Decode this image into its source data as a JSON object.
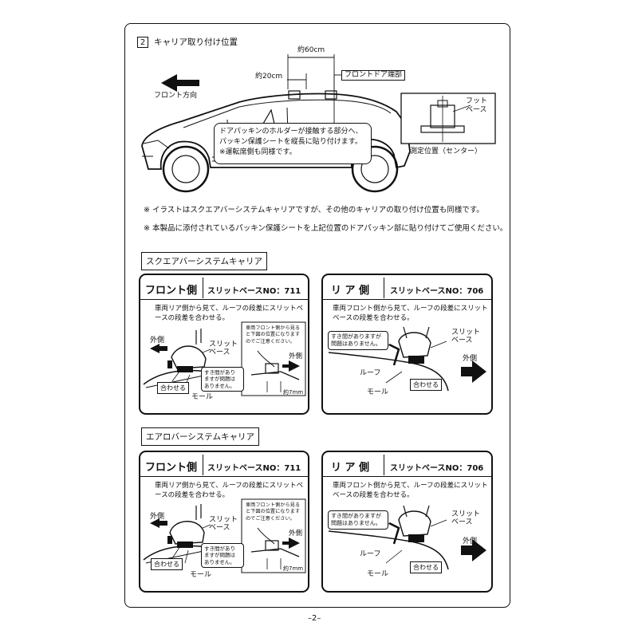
{
  "section": {
    "number": "2",
    "title": "キャリア取り付け位置"
  },
  "top_diagram": {
    "front_direction": "フロント方向",
    "dim_60": "約60cm",
    "dim_20": "約20cm",
    "front_door_edge": "フロントドア端部",
    "callout": "ドアパッキンのホルダーが接触する部分へ、パッキン保護シートを縦長に貼り付けます。※運転席側も同様です。",
    "foot_base": "フット\nベース",
    "measure_position": "測定位置（センター）"
  },
  "notes": [
    "※ イラストはスクエアバーシステムキャリアですが、その他のキャリアの取り付け位置も同様です。",
    "※ 本製品に添付されているパッキン保護シートを上記位置のドアパッキン部に貼り付けてご使用ください。"
  ],
  "systems": [
    {
      "title": "スクエアバーシステムキャリア",
      "front": {
        "title": "フロント側",
        "subtitle": "スリットベースNO：711",
        "desc": "車両リア側から見て、ルーフの段差にスリットベースの段差を合わせる。",
        "outside": "外側",
        "slit_base": "スリット\nベース",
        "gap_bubble": "すき間があり\nますが問題は\nありません。",
        "match": "合わせる",
        "molding": "モール",
        "inset_note": "車両フロント側から見ると下図の位置になりますのでご注意ください。",
        "inset_outside": "外側",
        "dim": "約7mm"
      },
      "rear": {
        "title": "リ ア 側",
        "subtitle": "スリットベースNO：706",
        "desc": "車両フロント側から見て、ルーフの段差にスリットベースの段差を合わせる。",
        "gap_bubble": "すき間がありますが\n問題はありません。",
        "slit_base": "スリット\nベース",
        "roof": "ルーフ",
        "molding": "モール",
        "match": "合わせる",
        "outside": "外側"
      }
    },
    {
      "title": "エアロバーシステムキャリア",
      "front": {
        "title": "フロント側",
        "subtitle": "スリットベースNO：711",
        "desc": "車両リア側から見て、ルーフの段差にスリットベースの段差を合わせる。",
        "outside": "外側",
        "slit_base": "スリット\nベース",
        "gap_bubble": "すき間があり\nますが問題は\nありません。",
        "match": "合わせる",
        "molding": "モール",
        "inset_note": "車両フロント側から見ると下図の位置になりますのでご注意ください。",
        "inset_outside": "外側",
        "dim": "約7mm"
      },
      "rear": {
        "title": "リ ア 側",
        "subtitle": "スリットベースNO：706",
        "desc": "車両フロント側から見て、ルーフの段差にスリットベースの段差を合わせる。",
        "gap_bubble": "すき間がありますが\n問題はありません。",
        "slit_base": "スリット\nベース",
        "roof": "ルーフ",
        "molding": "モール",
        "match": "合わせる",
        "outside": "外側"
      }
    }
  ],
  "page_number": "–2–"
}
